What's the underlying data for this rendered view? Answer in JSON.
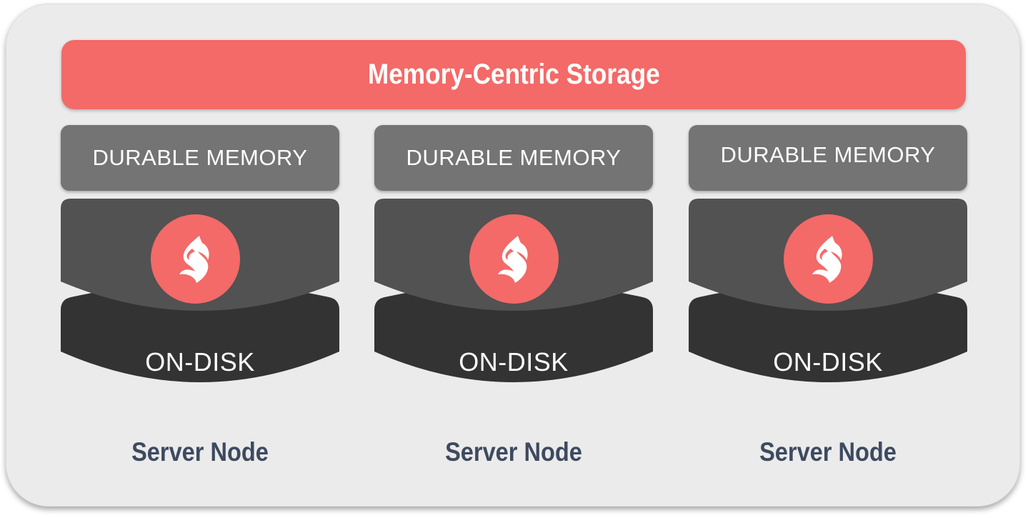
{
  "title": "Memory-Centric Storage",
  "colors": {
    "accent": "#f36a68",
    "memory_layer": "#747474",
    "top_disk_layer": "#525252",
    "bottom_disk_layer": "#333333",
    "node_label": "#3d4a60",
    "background": "#ebebeb"
  },
  "nodes": [
    {
      "memory_label": "DURABLE MEMORY",
      "icon": "flame-icon",
      "disk_label": "ON-DISK",
      "node_label": "Server Node"
    },
    {
      "memory_label": "DURABLE MEMORY",
      "icon": "flame-icon",
      "disk_label": "ON-DISK",
      "node_label": "Server Node"
    },
    {
      "memory_label": "DURABLE MEMORY",
      "icon": "flame-icon",
      "disk_label": "ON-DISK",
      "node_label": "Server Node"
    }
  ]
}
